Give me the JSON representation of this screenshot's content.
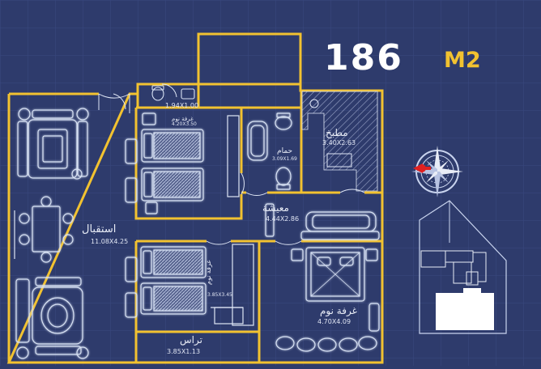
{
  "area": {
    "value": "186",
    "unit": "M2"
  },
  "rooms": {
    "reception": {
      "name": "استقبال",
      "dims": "11.08X4.25"
    },
    "bedroom1": {
      "name": "غرفة نوم",
      "dims": "4.20X3.50"
    },
    "bedroom2": {
      "name": "غرفة نوم",
      "dims": "3.85X3.45"
    },
    "master_bedroom": {
      "name": "غرفة نوم",
      "dims": "4.70X4.09"
    },
    "bathroom": {
      "name": "حمام",
      "dims": "3.09X1.69"
    },
    "kitchen": {
      "name": "مطبخ",
      "dims": "3.40X2.63"
    },
    "living": {
      "name": "معيشة",
      "dims": "4.44X2.86"
    },
    "terrace": {
      "name": "تراس",
      "dims": "3.85X1.13"
    },
    "toilet": {
      "name": "",
      "dims": "1.94X1.00"
    }
  },
  "colors": {
    "background": "#2e3b6c",
    "walls": "#f2c230",
    "furniture": "#d8e2f4",
    "compass_arrow": "#e02020"
  }
}
